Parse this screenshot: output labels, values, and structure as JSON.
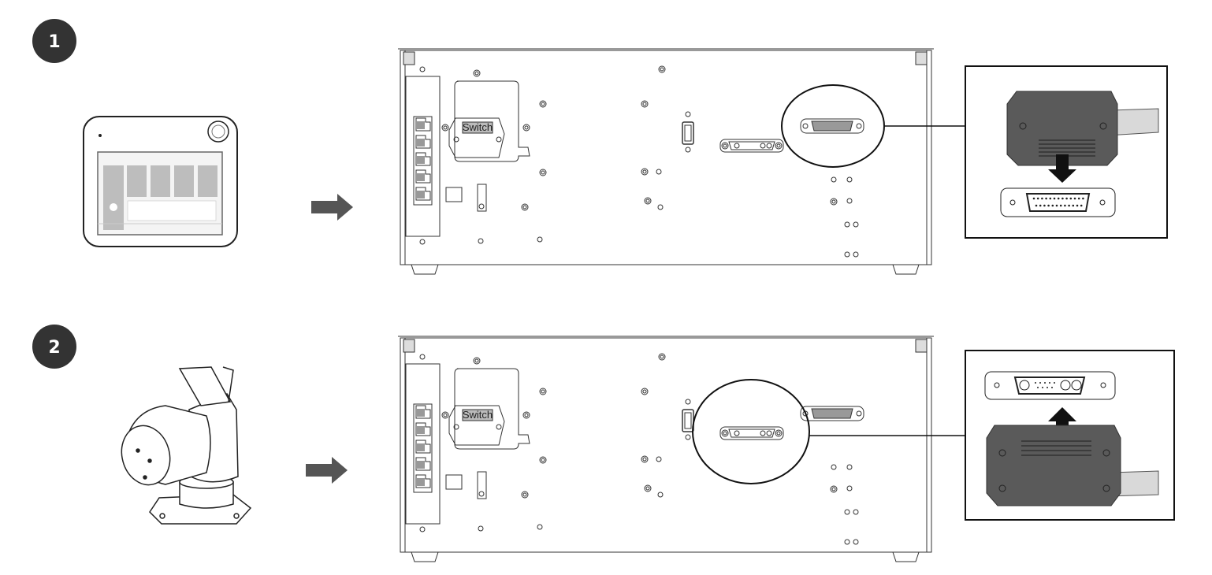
{
  "steps": [
    {
      "number": "1",
      "source_device": "teach-pendant",
      "target_connector": "db-25-connector",
      "detail_direction": "down"
    },
    {
      "number": "2",
      "source_device": "robot-arm",
      "target_connector": "power-combo-connector",
      "detail_direction": "up"
    }
  ],
  "controller": {
    "switch_label": "Switch"
  },
  "colors": {
    "badge": "#333333",
    "arrow": "#555555",
    "line": "#444444",
    "plug": "#555555",
    "cable": "#d9d9d9"
  }
}
